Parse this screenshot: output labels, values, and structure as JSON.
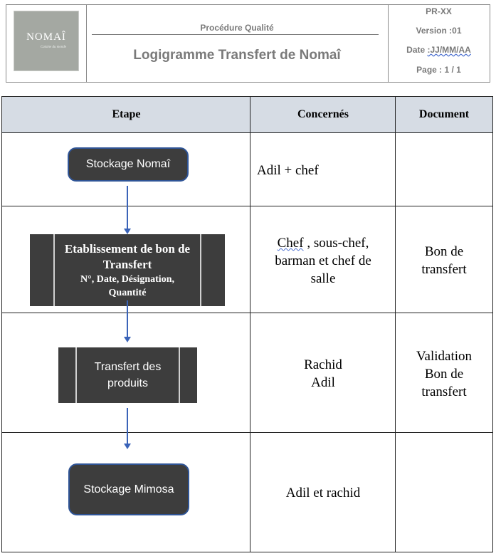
{
  "header": {
    "logo_brand": "NOMAÎ",
    "logo_tagline": "Cuisine du monde",
    "procedure_label": "Procédure Qualité",
    "document_title": "Logigramme Transfert de Nomaî",
    "ref": "PR-XX",
    "version": "Version :01",
    "date_label": "Date ",
    "date_value": ":JJ/MM/AA",
    "page": "Page : 1 / 1"
  },
  "table": {
    "headers": [
      "Etape",
      "Concernés",
      "Document"
    ],
    "rows": [
      {
        "step": "Stockage Nomaî",
        "concernes": [
          "Adil + chef"
        ],
        "document": []
      },
      {
        "step_title": "Etablissement de bon de Transfert",
        "step_sub": "N°, Date, Désignation, Quantité",
        "concernes_first": "Chef",
        "concernes_first_rest": " , sous-chef,",
        "concernes": [
          "barman et chef de",
          "salle"
        ],
        "document": [
          "Bon de",
          "transfert"
        ]
      },
      {
        "step_line1": "Transfert des",
        "step_line2": "produits",
        "concernes": [
          "Rachid",
          "Adil"
        ],
        "document": [
          "Validation",
          "Bon de",
          "transfert"
        ]
      },
      {
        "step": "Stockage Mimosa",
        "concernes": [
          "Adil et rachid"
        ],
        "document": []
      }
    ]
  }
}
